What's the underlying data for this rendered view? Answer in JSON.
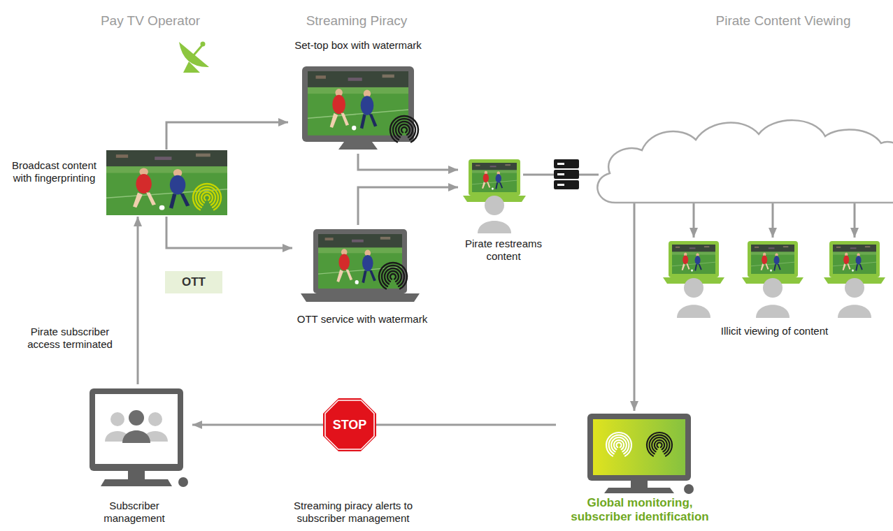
{
  "diagram": {
    "nodes": [
      {
        "text": [
          "Broadcast content with fingerprinting"
        ]
      },
      {
        "text": [
          "Set-top box with watermark"
        ]
      },
      {
        "text": [
          "Pirate restreams content"
        ]
      },
      {
        "text": [
          "Illicit viewing of content"
        ]
      },
      {
        "text": [
          "OTT"
        ]
      },
      {
        "text": [
          "OTT service with watermark"
        ]
      },
      {
        "text": [
          "Subscriber management"
        ]
      },
      {
        "text": [
          "STOP"
        ]
      },
      {
        "text": [
          "Global monitoring, subscriber identification"
        ]
      }
    ],
    "edges": [
      {
        "from": 0,
        "to": 1,
        "arrow": "to"
      },
      {
        "from": 0,
        "to": 5,
        "arrow": "to"
      },
      {
        "from": 1,
        "to": 2,
        "arrow": "to"
      },
      {
        "from": 5,
        "to": 2,
        "arrow": "to"
      },
      {
        "from": 8,
        "to": 7,
        "arrow": "none"
      },
      {
        "from": 7,
        "to": 6,
        "arrow": "to"
      },
      {
        "from": 6,
        "to": 0,
        "arrow": "to",
        "label": "Pirate subscriber access terminated"
      }
    ],
    "labels": [
      "Pay TV Operator",
      "Streaming Piracy",
      "Pirate Content Viewing",
      "Streaming piracy alerts to subscriber management"
    ]
  }
}
